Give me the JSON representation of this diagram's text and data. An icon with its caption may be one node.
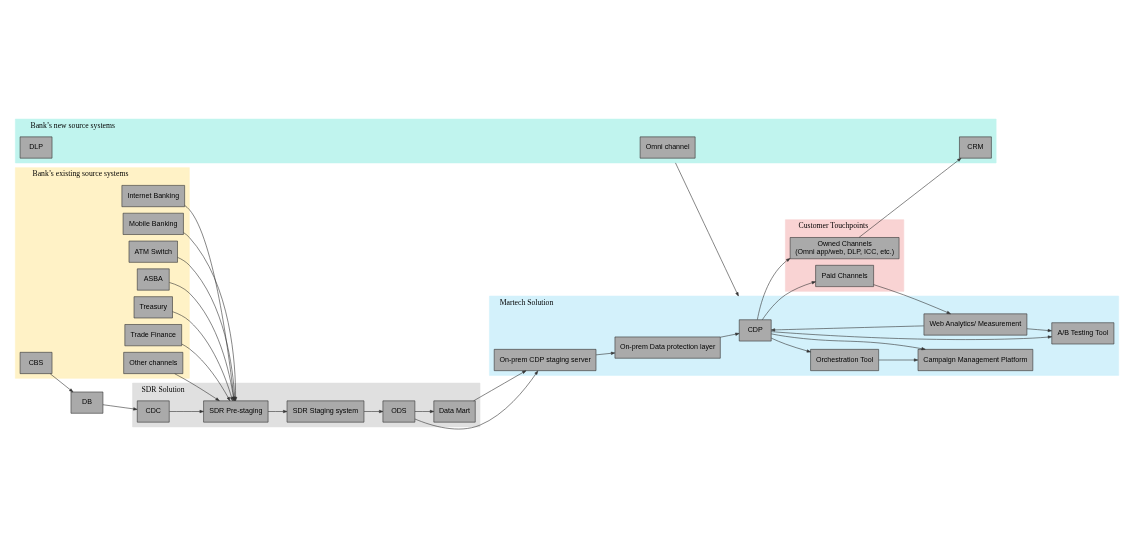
{
  "diagram": {
    "nodes": [
      {
        "text": [
          "Bank’s existing source systems"
        ]
      },
      {
        "text": [
          "Internet Banking"
        ],
        "in": 0
      },
      {
        "text": [
          "Mobile Banking"
        ],
        "in": 0
      },
      {
        "text": [
          "ATM Switch"
        ],
        "in": 0
      },
      {
        "text": [
          "ASBA"
        ],
        "in": 0
      },
      {
        "text": [
          "Treasury"
        ],
        "in": 0
      },
      {
        "text": [
          "Trade Finance"
        ],
        "in": 0
      },
      {
        "text": [
          "Other channels"
        ],
        "in": 0
      },
      {
        "text": [
          "CBS"
        ],
        "in": 0
      },
      {
        "text": [
          "SDR Solution"
        ]
      },
      {
        "text": [
          "Data Mart"
        ],
        "in": 9
      },
      {
        "text": [
          "ODS"
        ],
        "in": 9
      },
      {
        "text": [
          "SDR Staging system"
        ],
        "in": 9
      },
      {
        "text": [
          "SDR Pre-staging"
        ],
        "in": 9
      },
      {
        "text": [
          "CDC"
        ],
        "in": 9
      },
      {
        "text": [
          "DB"
        ]
      },
      {
        "text": [
          "Martech Solution"
        ]
      },
      {
        "text": [
          "CDP"
        ],
        "in": 16
      },
      {
        "text": [
          "Web Analytics/ Measurement"
        ],
        "in": 16
      },
      {
        "text": [
          "Orchestration Tool"
        ],
        "in": 16
      },
      {
        "text": [
          "On-prem Data protection layer"
        ],
        "in": 16
      },
      {
        "text": [
          "Campaign Management Platform"
        ],
        "in": 16
      },
      {
        "text": [
          "A/B Testing Tool"
        ],
        "in": 16
      },
      {
        "text": [
          "On-prem CDP staging server"
        ],
        "in": 16
      },
      {
        "text": [
          "Customer Touchpoints"
        ]
      },
      {
        "text": [
          "Paid Channels"
        ],
        "in": 24
      },
      {
        "text": [
          "Owned Channels",
          "(Omni app/web, DLP, ICC, etc.)"
        ],
        "in": 24
      },
      {
        "text": [
          "Bank’s new source systems"
        ]
      },
      {
        "text": [
          "Omni channel"
        ],
        "in": 27
      },
      {
        "text": [
          "DLP"
        ],
        "in": 27
      },
      {
        "text": [
          "CRM"
        ],
        "in": 27
      }
    ],
    "edges": [
      {
        "from": 1,
        "to": 13,
        "arrow": "to"
      },
      {
        "from": 2,
        "to": 13,
        "arrow": "to"
      },
      {
        "from": 3,
        "to": 13,
        "arrow": "to"
      },
      {
        "from": 4,
        "to": 13,
        "arrow": "to"
      },
      {
        "from": 5,
        "to": 13,
        "arrow": "to"
      },
      {
        "from": 6,
        "to": 13,
        "arrow": "to"
      },
      {
        "from": 7,
        "to": 13,
        "arrow": "to"
      },
      {
        "from": 8,
        "to": 15,
        "arrow": "to"
      },
      {
        "from": 15,
        "to": 14,
        "arrow": "to"
      },
      {
        "from": 14,
        "to": 13,
        "arrow": "to"
      },
      {
        "from": 13,
        "to": 12,
        "arrow": "to"
      },
      {
        "from": 12,
        "to": 11,
        "arrow": "to"
      },
      {
        "from": 11,
        "to": 10,
        "arrow": "to"
      },
      {
        "from": 10,
        "to": 23,
        "arrow": "to"
      },
      {
        "from": 11,
        "to": 23,
        "arrow": "to"
      },
      {
        "from": 23,
        "to": 20,
        "arrow": "to"
      },
      {
        "from": 20,
        "to": 17,
        "arrow": "to"
      },
      {
        "from": 27,
        "to": 16,
        "arrow": "to"
      },
      {
        "from": 18,
        "to": 17,
        "arrow": "to"
      },
      {
        "from": 25,
        "to": 18,
        "arrow": "to"
      },
      {
        "from": 18,
        "to": 22,
        "arrow": "to"
      },
      {
        "from": 17,
        "to": 19,
        "arrow": "to"
      },
      {
        "from": 17,
        "to": 21,
        "arrow": "to"
      },
      {
        "from": 17,
        "to": 22,
        "arrow": "to"
      },
      {
        "from": 17,
        "to": 26,
        "arrow": "to"
      },
      {
        "from": 17,
        "to": 25,
        "arrow": "to"
      },
      {
        "from": 19,
        "to": 21,
        "arrow": "to"
      },
      {
        "from": 26,
        "to": 30,
        "arrow": "to"
      }
    ]
  }
}
